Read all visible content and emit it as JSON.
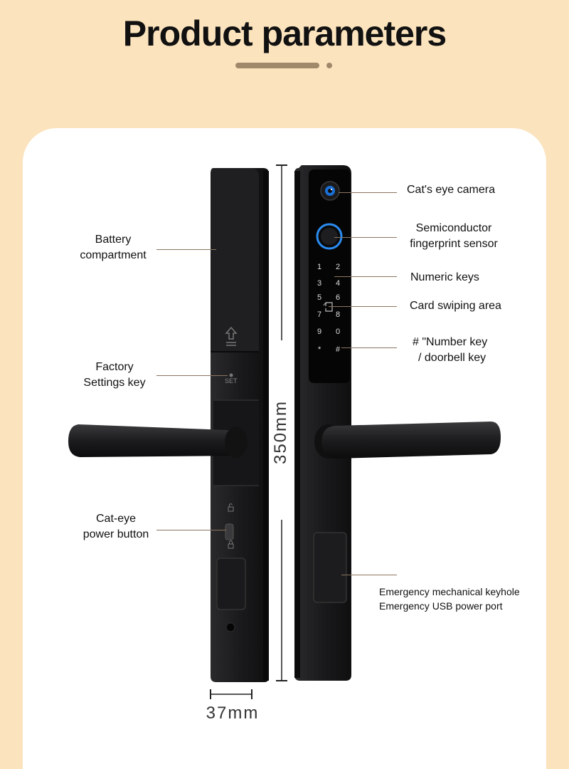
{
  "page": {
    "title": "Product parameters"
  },
  "labels": {
    "battery_compartment": [
      "Battery",
      "compartment"
    ],
    "factory_settings_key": [
      "Factory",
      "Settings key"
    ],
    "cat_eye_power_button": [
      "Cat-eye",
      "power button"
    ],
    "cats_eye_camera": "Cat's eye camera",
    "fingerprint_sensor": [
      "Semiconductor",
      "fingerprint sensor"
    ],
    "numeric_keys": "Numeric keys",
    "card_swiping_area": "Card swiping area",
    "number_doorbell_key": [
      "# \"Number key",
      "/ doorbell key"
    ],
    "emergency_keyhole": "Emergency mechanical keyhole",
    "emergency_usb": "Emergency USB power port"
  },
  "device": {
    "set_label": "SET",
    "keypad": [
      [
        "1",
        "2"
      ],
      [
        "3",
        "4"
      ],
      [
        "5",
        "6"
      ],
      [
        "7",
        "8"
      ],
      [
        "9",
        "0"
      ],
      [
        "*",
        "#"
      ]
    ]
  },
  "dimensions": {
    "height": "350mm",
    "width": "37mm"
  },
  "colors": {
    "background": "#fbe3bd",
    "card": "#ffffff",
    "accent": "#a0896b",
    "fingerprint_ring": "#2a8cf0",
    "lock_body": "#1c1c1e"
  }
}
